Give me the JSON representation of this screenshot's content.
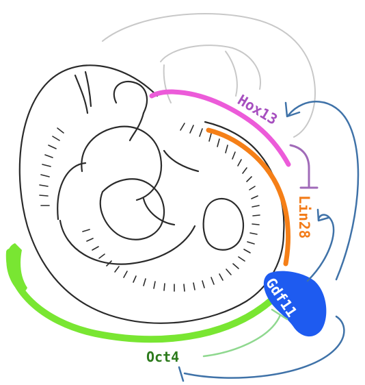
{
  "genes": [
    {
      "id": "hox13",
      "label": "Hox13",
      "color": "#a64fbf"
    },
    {
      "id": "lin28",
      "label": "Lin28",
      "color": "#f27c1a"
    },
    {
      "id": "gdf11",
      "label": "Gdf11",
      "color": "#ffffff"
    },
    {
      "id": "oct4",
      "label": "Oct4",
      "color": "#2c7a1c"
    }
  ],
  "colors": {
    "embryo_outline": "#2a2a2a",
    "faint_outline": "#c8c8c8",
    "hox13_band": "#ec5bd9",
    "lin28_band": "#f57f17",
    "oct4_band": "#79e632",
    "gdf11_blob": "#1e5bf0",
    "activation_arrows": "#3f72a8",
    "oct4_inhibition": "#8fd88f",
    "hox13_inhibition": "#a06ab8"
  },
  "icons": [
    "activation-arrow",
    "inhibition-bar"
  ]
}
